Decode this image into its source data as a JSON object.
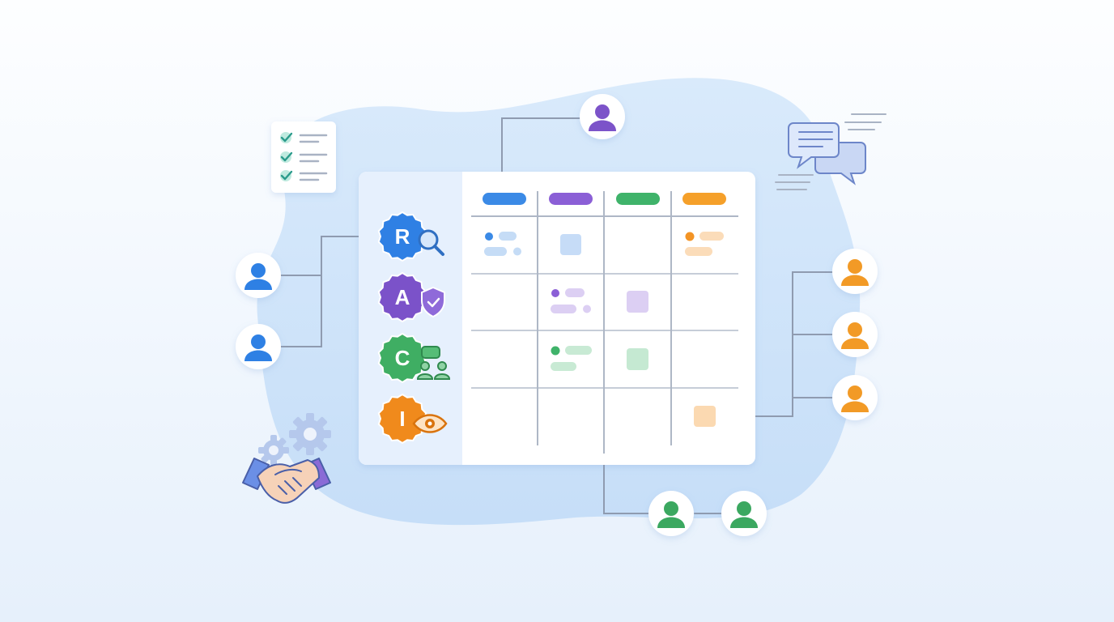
{
  "raci": {
    "roles": [
      {
        "letter": "R",
        "color": "#2f80e4",
        "badge_icon": "magnifier-icon"
      },
      {
        "letter": "A",
        "color": "#7b52c9",
        "badge_icon": "shield-check-icon"
      },
      {
        "letter": "C",
        "color": "#3fae63",
        "badge_icon": "consult-group-icon"
      },
      {
        "letter": "I",
        "color": "#f08a1c",
        "badge_icon": "eye-icon"
      }
    ]
  },
  "matrix": {
    "column_colors": [
      "#3b8ae6",
      "#8b5fd6",
      "#3fb36a",
      "#f5a02a"
    ]
  },
  "people": {
    "blue": {
      "color": "#2f80e4",
      "count": 2
    },
    "purple": {
      "color": "#7b52c9",
      "count": 1
    },
    "orange": {
      "color": "#f29a25",
      "count": 3
    },
    "green": {
      "color": "#3aa860",
      "count": 2
    }
  },
  "decorations": [
    "checklist-icon",
    "chat-bubbles-icon",
    "handshake-icon",
    "gears-icon"
  ]
}
